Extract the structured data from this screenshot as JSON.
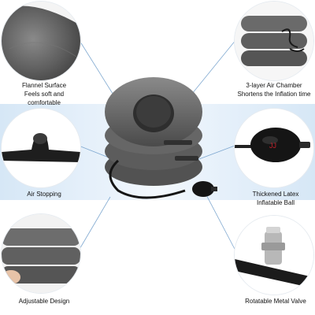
{
  "features": {
    "flannel": {
      "line1": "Flannel Surface",
      "line2": "Feels soft and",
      "line3": "comfortable",
      "icon": "fabric-closeup-image"
    },
    "chamber": {
      "line1": "3-layer Air Chamber",
      "line2": "Shortens the Inflation time",
      "icon": "three-layer-chamber-image"
    },
    "stopping": {
      "line1": "Air Stopping",
      "icon": "air-stopper-image"
    },
    "latex": {
      "line1": "Thickened Latex",
      "line2": "Inflatable Ball",
      "icon": "pump-bulb-image"
    },
    "design": {
      "line1": "Adjustable Design",
      "icon": "hand-folding-collar-image"
    },
    "valve": {
      "line1": "Rotatable Metal Valve",
      "icon": "metal-valve-image"
    }
  },
  "colors": {
    "product_gray": "#6e6e6e",
    "product_dark": "#3a3a3a",
    "accent_red": "#c0202a",
    "band_blue": "#dbe9f6",
    "callout_line": "#7fa8d0"
  }
}
